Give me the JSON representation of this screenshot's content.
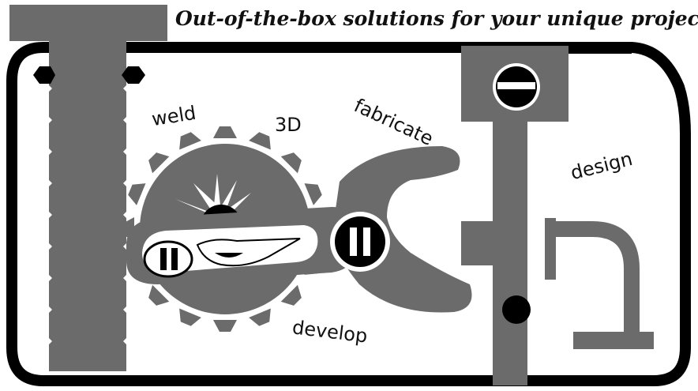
{
  "tagline": "Out-of-the-box solutions for your unique projects",
  "words": {
    "weld": "weld",
    "three_d": "3D",
    "fabricate": "fabricate",
    "design": "design",
    "develop": "develop"
  },
  "colors": {
    "frame": "#000000",
    "tool_gray": "#6b6b6b",
    "background": "#ffffff"
  }
}
